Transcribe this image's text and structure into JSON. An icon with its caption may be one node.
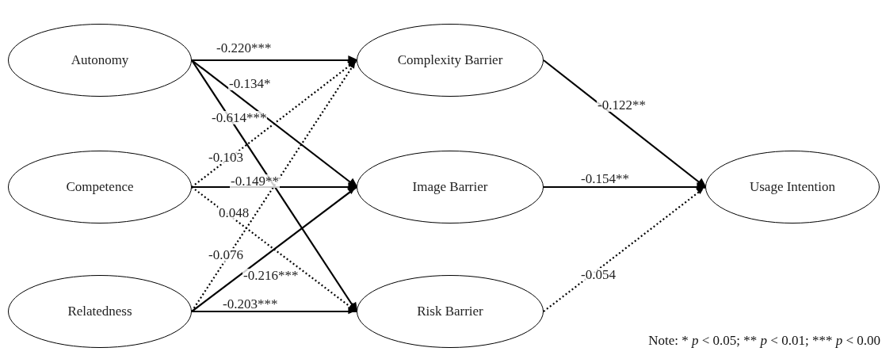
{
  "diagram": {
    "nodes": [
      {
        "text": [
          "Autonomy"
        ]
      },
      {
        "text": [
          "Competence"
        ]
      },
      {
        "text": [
          "Relatedness"
        ]
      },
      {
        "text": [
          "Complexity Barrier"
        ]
      },
      {
        "text": [
          "Image Barrier"
        ]
      },
      {
        "text": [
          "Risk Barrier"
        ]
      },
      {
        "text": [
          "Usage Intention"
        ]
      }
    ],
    "edges": [
      {
        "from": 0,
        "to": 3,
        "arrow": "to",
        "label": "-0.220***"
      },
      {
        "from": 0,
        "to": 4,
        "arrow": "to",
        "label": "-0.134*"
      },
      {
        "from": 0,
        "to": 5,
        "arrow": "to",
        "label": "-0.614***"
      },
      {
        "from": 1,
        "to": 3,
        "arrow": "to",
        "label": "-0.103",
        "style": "dashed"
      },
      {
        "from": 1,
        "to": 4,
        "arrow": "to",
        "label": "-0.149**"
      },
      {
        "from": 1,
        "to": 5,
        "arrow": "to",
        "label": "0.048",
        "style": "dashed"
      },
      {
        "from": 2,
        "to": 3,
        "arrow": "to",
        "label": "-0.076",
        "style": "dashed"
      },
      {
        "from": 2,
        "to": 4,
        "arrow": "to",
        "label": "-0.216***"
      },
      {
        "from": 2,
        "to": 5,
        "arrow": "to",
        "label": "-0.203***"
      },
      {
        "from": 3,
        "to": 6,
        "arrow": "to",
        "label": "-0.122**"
      },
      {
        "from": 4,
        "to": 6,
        "arrow": "to",
        "label": "-0.154**"
      },
      {
        "from": 5,
        "to": 6,
        "arrow": "to",
        "label": "-0.054",
        "style": "dashed"
      }
    ],
    "labels": [
      "Note: * *p* < 0.05; ** *p* < 0.01; *** *p* < 0.00"
    ]
  }
}
